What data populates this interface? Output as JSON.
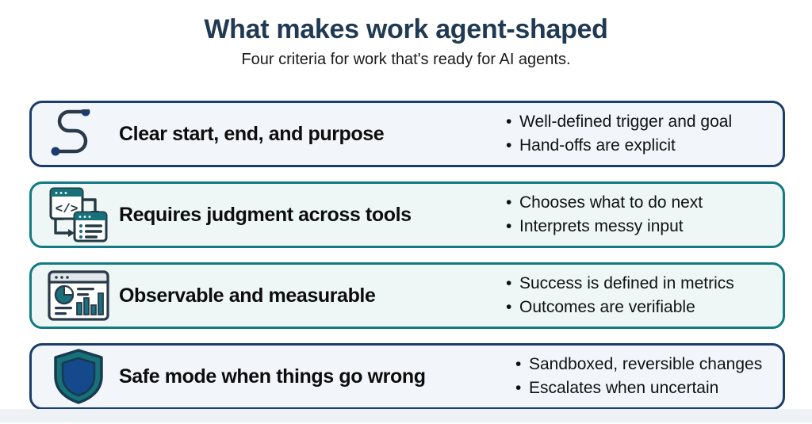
{
  "header": {
    "title": "What makes work agent-shaped",
    "subtitle": "Four criteria for work that's ready for AI agents."
  },
  "colors": {
    "title": "#1f3a52",
    "navy": "#1b3d6d",
    "teal": "#117a82",
    "card_fill_navy": "#f2f6fa",
    "card_fill_teal": "#eef7f6",
    "text": "#0d0d0d",
    "bottom_strip": "#eef2f7"
  },
  "cards": [
    {
      "icon": "route-flag-icon",
      "accent": "navy",
      "title": "Clear start, end, and purpose",
      "bullets": [
        "Well-defined trigger and goal",
        "Hand-offs are explicit"
      ]
    },
    {
      "icon": "code-to-list-windows-icon",
      "accent": "teal",
      "title": "Requires judgment across tools",
      "bullets": [
        "Chooses what to do next",
        "Interprets messy input"
      ]
    },
    {
      "icon": "analytics-dashboard-icon",
      "accent": "teal",
      "title": "Observable and measurable",
      "bullets": [
        "Success is defined in metrics",
        "Outcomes are verifiable"
      ]
    },
    {
      "icon": "shield-icon",
      "accent": "navy",
      "title": "Safe mode when things go wrong",
      "bullets": [
        "Sandboxed, reversible changes",
        "Escalates when uncertain"
      ]
    }
  ]
}
